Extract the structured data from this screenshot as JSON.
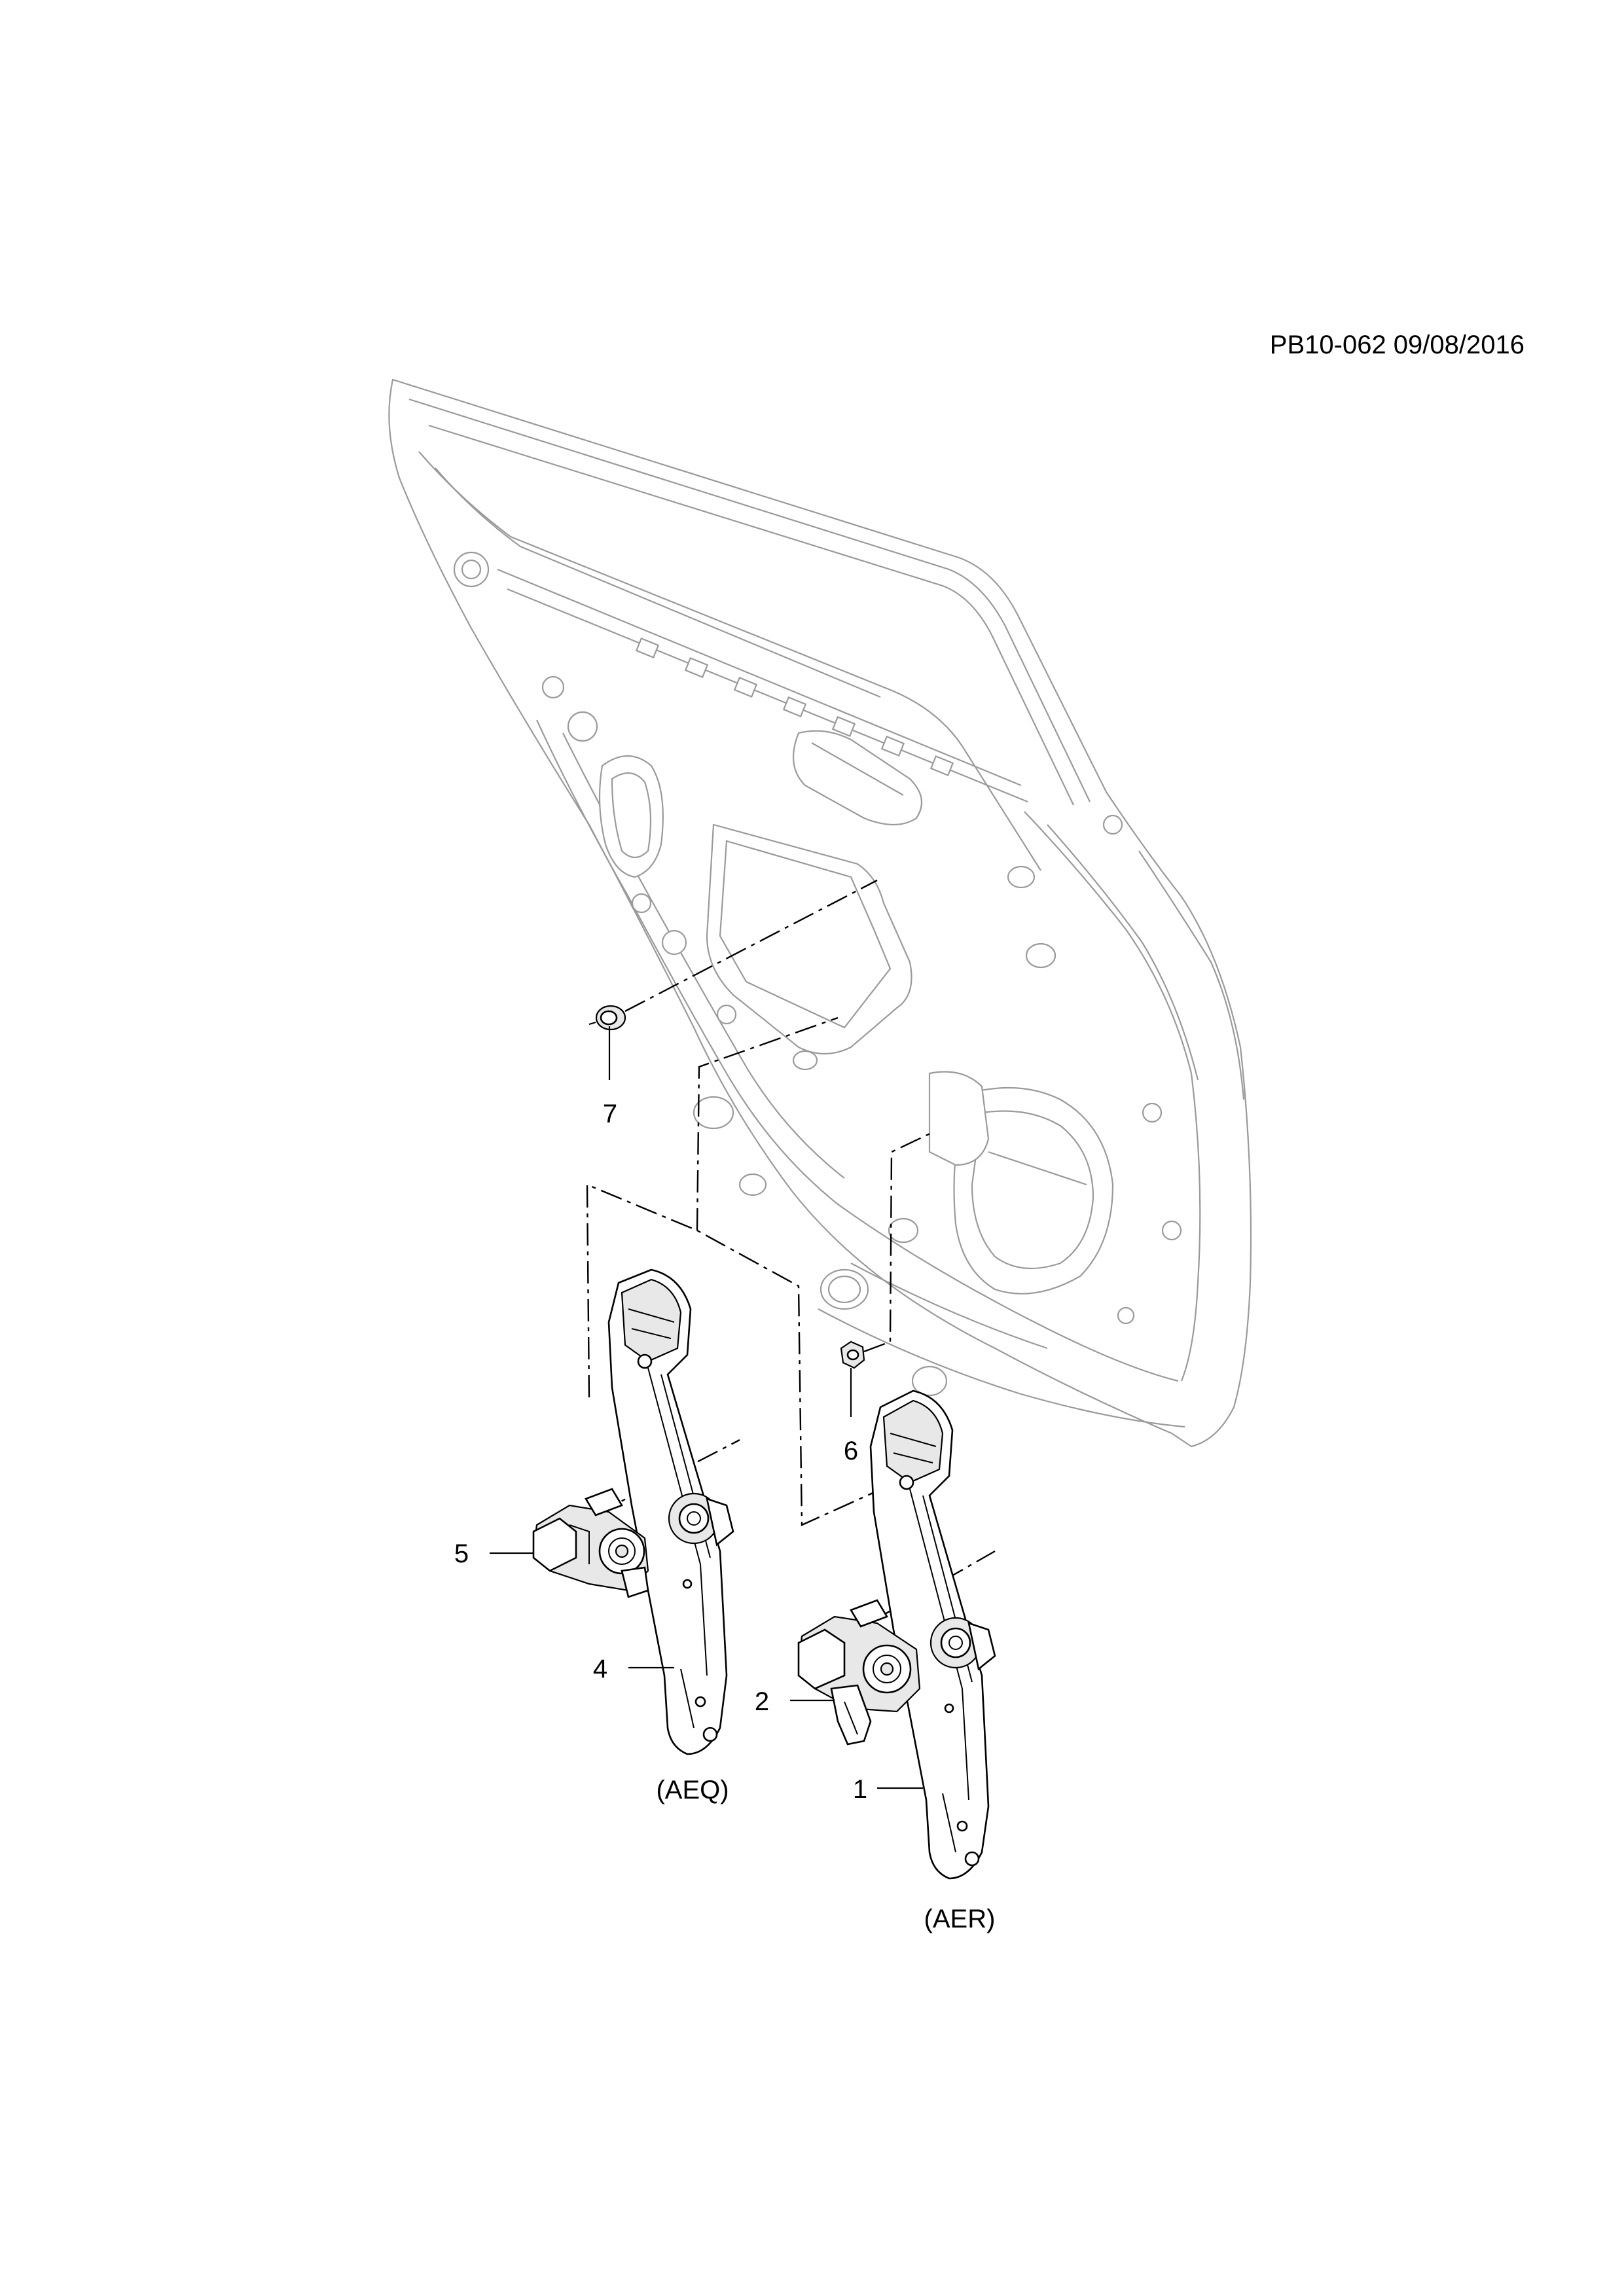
{
  "header": {
    "reference": "PB10-062 09/08/2016"
  },
  "callouts": {
    "c1": "1",
    "c2": "2",
    "c4": "4",
    "c5": "5",
    "c6": "6",
    "c7": "7"
  },
  "variants": {
    "aeq": "(AEQ)",
    "aer": "(AER)"
  }
}
